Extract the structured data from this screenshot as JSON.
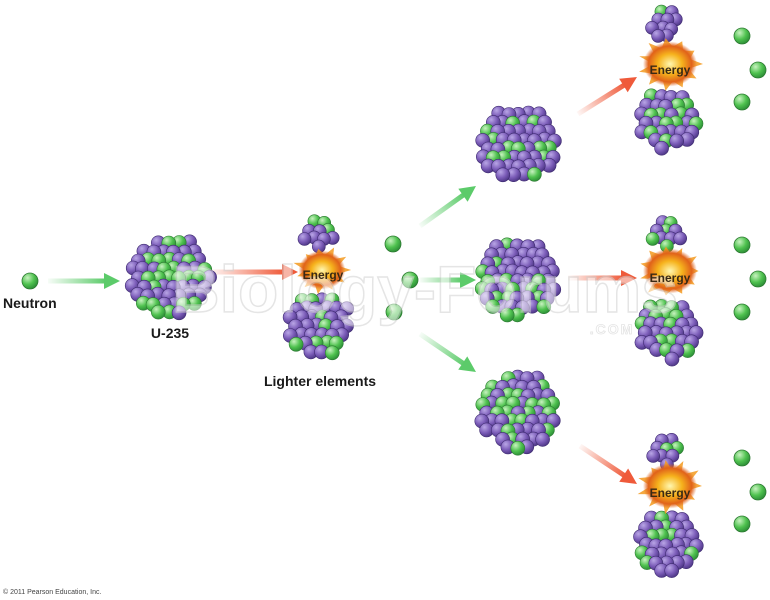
{
  "labels": {
    "neutron": "Neutron",
    "u235": "U-235",
    "lighter_elements": "Lighter elements",
    "energy": "Energy",
    "copyright": "© 2011 Pearson Education, Inc."
  },
  "watermark": {
    "text": "Biology-Forums",
    "sub": ".COM"
  },
  "colors": {
    "proton": "#7b5cb8",
    "neutron": "#4fc24f",
    "arrow_green": "#5ccb6a",
    "arrow_red": "#ef5a3a",
    "energy_burst": "#f6b21c"
  }
}
